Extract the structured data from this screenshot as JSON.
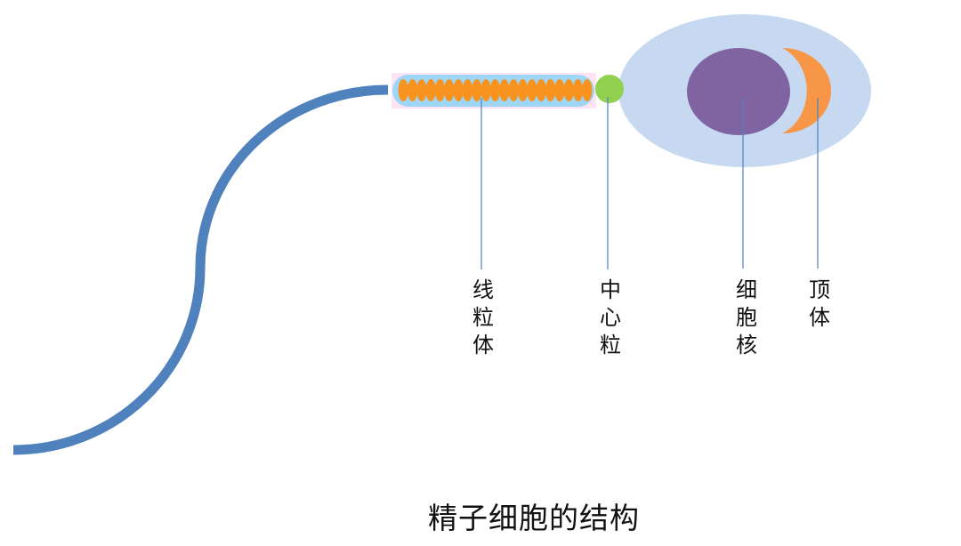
{
  "title": "精子细胞的结构",
  "colors": {
    "tail": "#4F81BD",
    "midpiece_outer": "#FCE4F4",
    "midpiece_inner": "#9DD6F7",
    "mitochondria": "#F7931E",
    "centriole": "#92D050",
    "head": "#C6D9F0",
    "nucleus": "#8064A2",
    "acrosome": "#F79646",
    "leader_line": "#4F81BD"
  },
  "mitochondria_count": 21,
  "labels": [
    {
      "id": "mitochondria",
      "text": "线粒体",
      "chars": [
        "线",
        "粒",
        "体"
      ]
    },
    {
      "id": "centriole",
      "text": "中心粒",
      "chars": [
        "中",
        "心",
        "粒"
      ]
    },
    {
      "id": "nucleus",
      "text": "细胞核",
      "chars": [
        "细",
        "胞",
        "核"
      ]
    },
    {
      "id": "acrosome",
      "text": "顶体",
      "chars": [
        "顶",
        "体"
      ]
    }
  ]
}
